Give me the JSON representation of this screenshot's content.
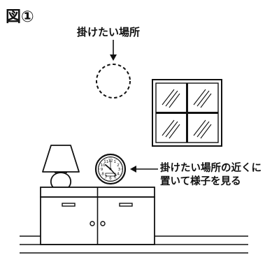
{
  "figure": {
    "title": "図①"
  },
  "annotations": {
    "target_place": "掛けたい場所",
    "instruction_line1": "掛けたい場所の近くに",
    "instruction_line2": "置いて様子を見る"
  },
  "clock": {
    "numbers": [
      "12",
      "1",
      "2",
      "3",
      "4",
      "5",
      "6",
      "7",
      "8",
      "9",
      "10",
      "11"
    ]
  }
}
